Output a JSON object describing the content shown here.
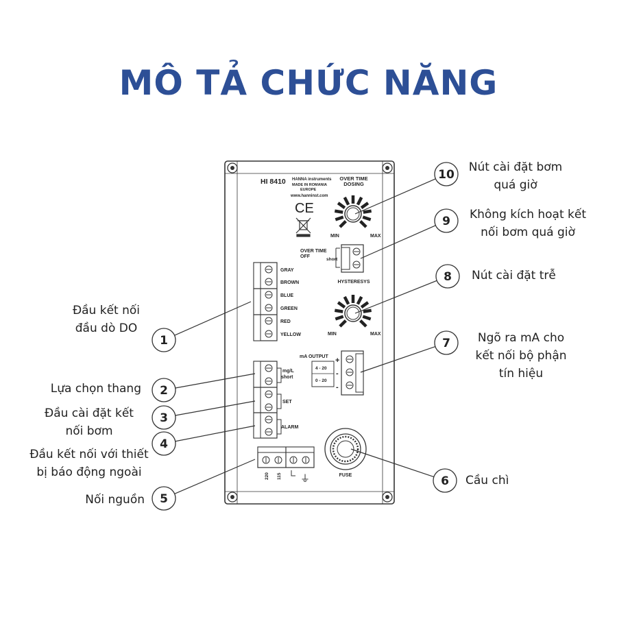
{
  "title": "MÔ TẢ CHỨC NĂNG",
  "panel": {
    "model": "HI 8410",
    "brand": "HANNA instruments",
    "made_in": "MADE IN ROMANIA",
    "region": "EUROPE",
    "website": "www.hanninst.com",
    "ce_mark": "CE",
    "over_time_dosing": [
      "OVER TIME",
      "DOSING"
    ],
    "knob_min": "MIN",
    "knob_max": "MAX",
    "over_time_off": [
      "OVER TIME",
      "OFF"
    ],
    "short": "short",
    "hysteresys": "HYSTERESYS",
    "probe_wires": [
      "GRAY",
      "BROWN",
      "BLUE",
      "GREEN",
      "RED",
      "YELLOW"
    ],
    "range_labels": [
      "mg/L",
      "short"
    ],
    "set": "SET",
    "alarm": "ALARM",
    "ma_output": "mA OUTPUT",
    "ma_ranges": [
      "4 - 20",
      "0 - 20"
    ],
    "plus": "+",
    "minus": "-",
    "power": [
      "220",
      "115"
    ],
    "ground": "⏚",
    "fuse": "FUSE"
  },
  "callouts": [
    {
      "number": "1",
      "text": [
        "Đầu kết nối",
        "đầu dò DO"
      ]
    },
    {
      "number": "2",
      "text": [
        "Lựa chọn thang"
      ]
    },
    {
      "number": "3",
      "text": [
        "Đầu cài đặt kết",
        "nối bơm"
      ]
    },
    {
      "number": "4",
      "text": [
        "Đầu kết nối với thiết",
        "bị báo động ngoài"
      ]
    },
    {
      "number": "5",
      "text": [
        "Nối nguồn"
      ]
    },
    {
      "number": "6",
      "text": [
        "Cầu chì"
      ]
    },
    {
      "number": "7",
      "text": [
        "Ngõ ra mA cho",
        "kết nối bộ phận",
        "tín hiệu"
      ]
    },
    {
      "number": "8",
      "text": [
        "Nút cài đặt trễ"
      ]
    },
    {
      "number": "9",
      "text": [
        "Không kích hoạt kết",
        "nối bơm quá giờ"
      ]
    },
    {
      "number": "10",
      "text": [
        "Nút cài đặt bơm",
        "quá giờ"
      ]
    }
  ],
  "colors": {
    "title": "#2d4f96",
    "stroke": "#333333",
    "panel_fill": "#ffffff"
  }
}
